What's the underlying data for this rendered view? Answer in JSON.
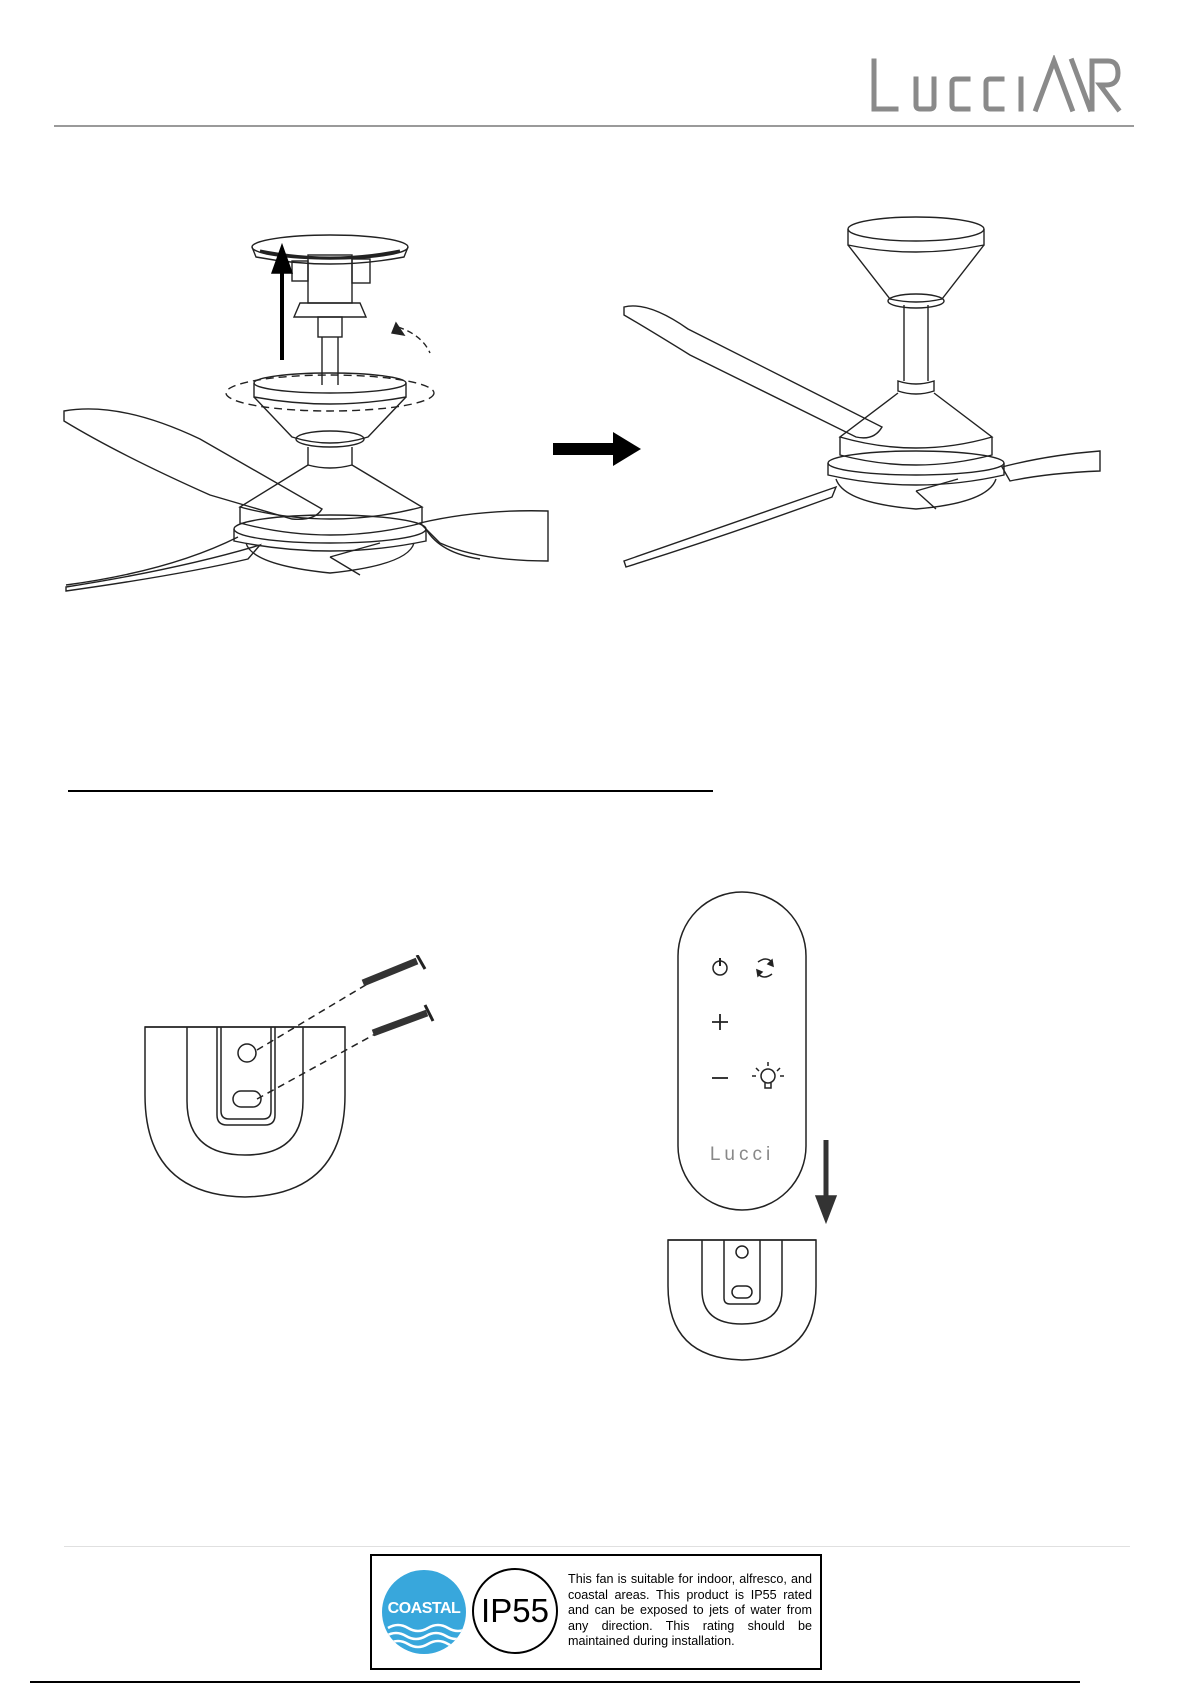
{
  "header": {
    "brand_logo": "Lucci AIR"
  },
  "figures": {
    "fan_before": "ceiling-fan-canopy-install",
    "direction_arrow": "arrow-right-icon",
    "fan_after": "ceiling-fan-installed",
    "bracket": "wall-bracket-with-screws",
    "remote": "remote-control-into-bracket"
  },
  "remote": {
    "brand": "Lucci",
    "buttons": [
      "power-icon",
      "reverse-icon",
      "plus-icon",
      "minus-icon",
      "light-bulb-icon"
    ]
  },
  "footer": {
    "coastal_label": "COASTAL",
    "ip_rating": "IP55",
    "rating_text": "This fan is suitable for indoor, alfresco, and coastal areas. This product is IP55 rated and can be exposed to jets of water from any direction. This rating should be maintained during installation."
  },
  "colors": {
    "coastal_blue": "#38a7dc",
    "rule_gray": "#9a9a9a"
  }
}
